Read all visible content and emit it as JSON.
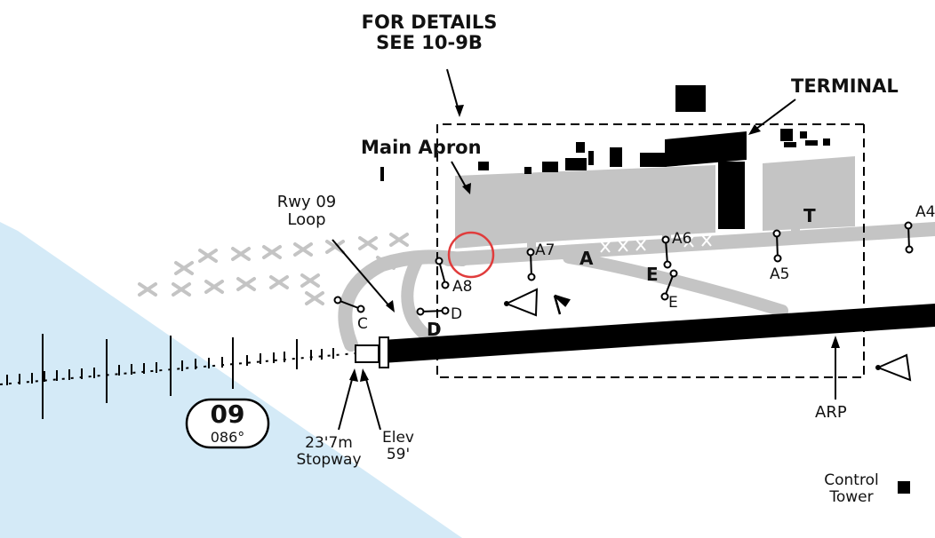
{
  "chart_title": "",
  "callouts": {
    "details_line1": "FOR DETAILS",
    "details_line2": "SEE 10-9B",
    "terminal": "TERMINAL",
    "main_apron": "Main Apron",
    "loop_line1": "Rwy 09",
    "loop_line2": "Loop",
    "arp": "ARP",
    "stopway_line1": "23'7m",
    "stopway_line2": "Stopway",
    "elev_line1": "Elev",
    "elev_line2": "59'"
  },
  "runway": {
    "number": "09",
    "heading": "086°"
  },
  "taxiways": {
    "A": "A",
    "A4": "A4",
    "A5": "A5",
    "A6": "A6",
    "A7": "A7",
    "A8": "A8",
    "C": "C",
    "D_large": "D",
    "D_small": "D",
    "E_large": "E",
    "E_small": "E",
    "T": "T"
  },
  "legend": {
    "tower_line1": "Control",
    "tower_line2": "Tower"
  },
  "colors": {
    "water": "#d4eaf7",
    "pavement": "#c4c4c4",
    "building": "#000000",
    "highlight_ring": "#e03c3c"
  },
  "icons": [
    "wind-cone-icon",
    "wind-sock-icon",
    "control-tower-icon"
  ]
}
